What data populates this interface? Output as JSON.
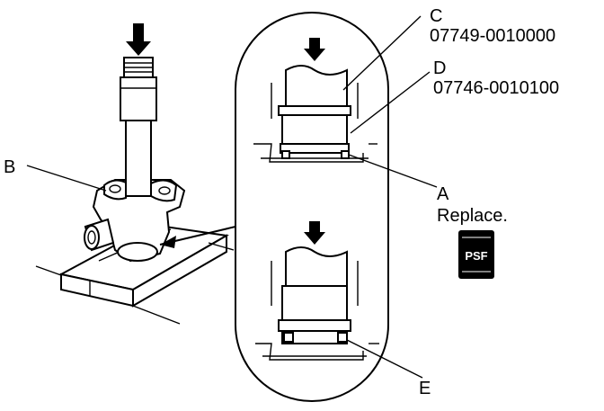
{
  "callouts": {
    "a": {
      "letter": "A",
      "note": "Replace."
    },
    "b": {
      "letter": "B"
    },
    "c": {
      "letter": "C",
      "part_number": "07749-0010000"
    },
    "d": {
      "letter": "D",
      "part_number": "07746-0010100"
    },
    "e": {
      "letter": "E"
    }
  },
  "psf_badge": {
    "text": "PSF"
  },
  "colors": {
    "ink": "#000000",
    "paper": "#ffffff"
  }
}
